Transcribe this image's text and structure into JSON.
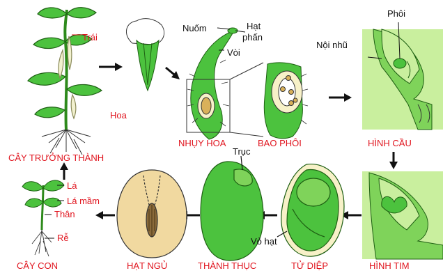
{
  "colors": {
    "label_red": "#e0141e",
    "label_black": "#111111",
    "plant_green": "#4cc23e",
    "light_green": "#c9ef9e",
    "seed_tan": "#f1d9a0",
    "embryo_green": "#7fd35a"
  },
  "labels": {
    "trai": "Trái",
    "hoa": "Hoa",
    "cay_truong_thanh": "CÂY TRƯỞNG THÀNH",
    "nuom": "Nuốm",
    "hat_phan_1": "Hạt",
    "hat_phan_2": "phấn",
    "voi": "Vòi",
    "nhuy_hoa": "NHỤY HOA",
    "bao_phoi": "BAO PHÔI",
    "phoi": "Phôi",
    "noi_nhu": "Nội nhũ",
    "hinh_cau": "HÌNH CẦU",
    "hinh_tim": "HÌNH TIM",
    "truc": "Trục",
    "vo_hat": "Vỏ hạt",
    "tu_diep": "TỬ DIỆP",
    "thanh_thuc": "THÀNH THỤC",
    "hat_ngu": "HẠT NGỦ",
    "la": "Lá",
    "la_mam": "Lá mầm",
    "than": "Thân",
    "re": "Rễ",
    "cay_con": "CÂY CON"
  }
}
